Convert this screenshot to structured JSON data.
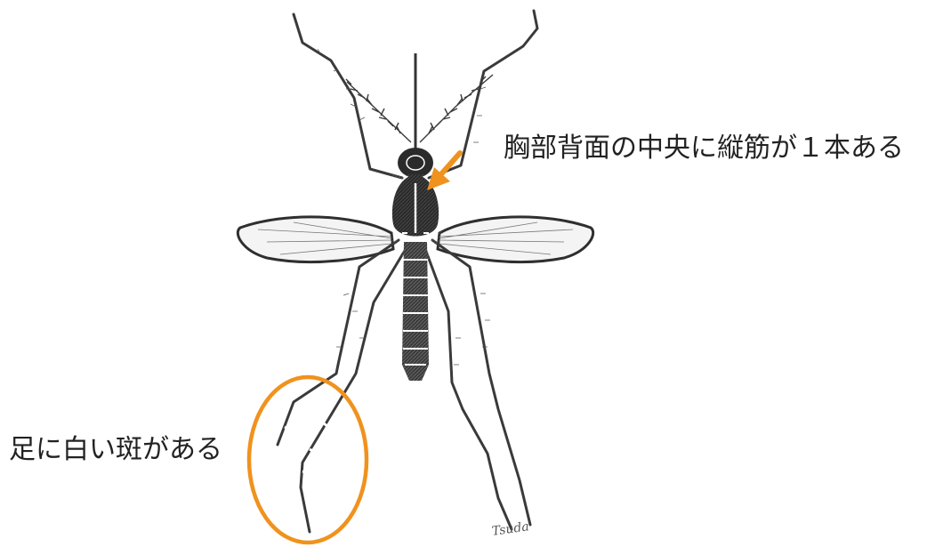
{
  "annotations": {
    "thorax": "胸部背面の中央に縦筋が１本ある",
    "legs": "足に白い斑がある"
  },
  "signature": "Tsuda",
  "colors": {
    "highlight": "#F0921E",
    "body": "#2b2b2b",
    "leg": "#3a3a3a",
    "wing": "#4a4a4a",
    "text": "#222222"
  },
  "icons": {
    "arrow": "arrow-pointer-icon",
    "circle": "highlight-circle-icon"
  }
}
